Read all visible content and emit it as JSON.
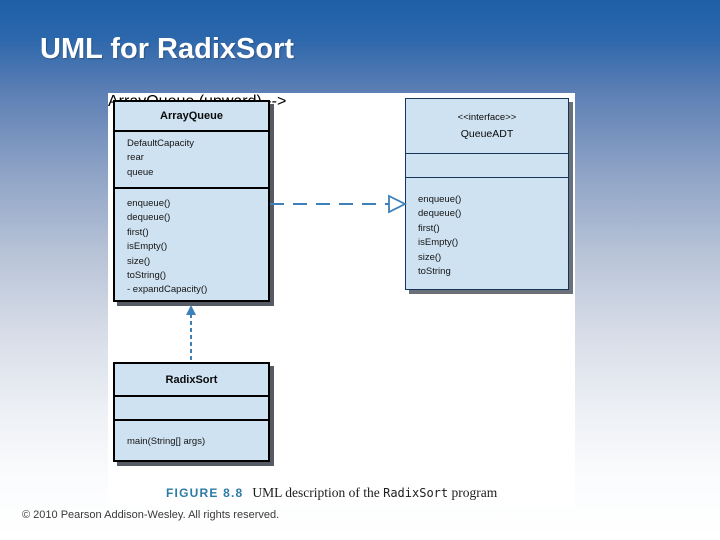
{
  "slide": {
    "title": "UML for RadixSort",
    "copyright": "© 2010 Pearson Addison-Wesley. All rights reserved."
  },
  "figure": {
    "label": "FIGURE 8.8",
    "caption_before": "UML description of the ",
    "caption_code": "RadixSort",
    "caption_after": " program"
  },
  "diagram": {
    "classes": [
      {
        "name": "ArrayQueue",
        "stereotype": "",
        "attributes": [
          "DefaultCapacity",
          "rear",
          "queue"
        ],
        "methods": [
          "enqueue()",
          "dequeue()",
          "first()",
          "isEmpty()",
          "size()",
          "toString()",
          "- expandCapacity()"
        ]
      },
      {
        "name": "QueueADT",
        "stereotype": "<<interface>>",
        "attributes": [],
        "methods": [
          "enqueue()",
          "dequeue()",
          "first()",
          "isEmpty()",
          "size()",
          "toString"
        ]
      },
      {
        "name": "RadixSort",
        "stereotype": "",
        "attributes": [],
        "methods": [
          "main(String[] args)"
        ]
      }
    ],
    "relations": [
      {
        "type": "realization",
        "from": "ArrayQueue",
        "to": "QueueADT",
        "style": "dashed-hollow-triangle"
      },
      {
        "type": "dependency",
        "from": "RadixSort",
        "to": "ArrayQueue",
        "style": "dashed-open-arrow"
      }
    ],
    "colors": {
      "box_fill": "#cfe2f1",
      "box_border": "#000000",
      "interface_border": "#16355a",
      "arrow": "#3e80ba",
      "shadow": "#565b63",
      "figure_label": "#2c7ba6"
    }
  }
}
